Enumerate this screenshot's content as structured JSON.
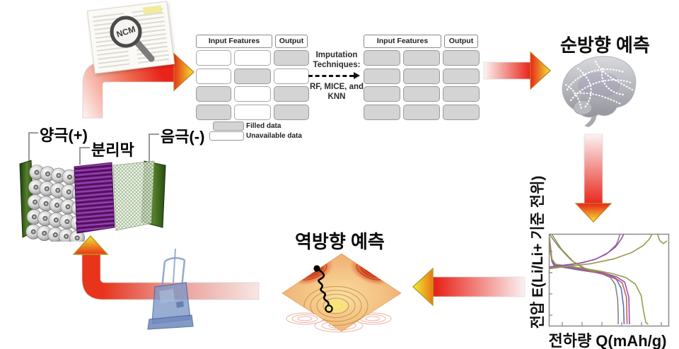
{
  "figure": {
    "document": {
      "lens_text": "NCM"
    },
    "battery": {
      "cathode_label": "양극(+)",
      "separator_label": "분리막",
      "anode_label": "음극(-)"
    },
    "tables": {
      "input_header": "Input Features",
      "output_header": "Output",
      "left_rows": [
        [
          "unavailable",
          "unavailable",
          "filled"
        ],
        [
          "unavailable",
          "filled",
          "unavailable"
        ],
        [
          "filled",
          "unavailable",
          "filled"
        ],
        [
          "filled",
          "unavailable",
          "filled"
        ]
      ],
      "right_rows": [
        [
          "filled",
          "filled",
          "filled"
        ],
        [
          "filled",
          "filled",
          "filled"
        ],
        [
          "filled",
          "filled",
          "filled"
        ],
        [
          "filled",
          "filled",
          "filled"
        ]
      ],
      "legend_filled": "Filled data",
      "legend_unavailable": "Unavailable data"
    },
    "imputation": {
      "line1": "Imputation",
      "line2": "Techniques:",
      "line3": "RF, MICE, and",
      "line4": "KNN"
    },
    "forward_title": "순방향 예측",
    "backward_title": "역방향 예측",
    "chart": {
      "ylabel": "전압 E(Li/Li+ 기준 전위)",
      "xlabel": "전하량 Q(mAh/g)"
    }
  },
  "colors": {
    "arrow_red": "#e8241a",
    "arrow_yellow": "#f0ea2e",
    "cell_filled": "#d4d4d4",
    "separator_purple": "#7a2590",
    "electrode_green": "#2a4a14",
    "machine_blue": "#8098c8",
    "surface_orange": "#efa568"
  },
  "chart_data": {
    "type": "line",
    "title": "",
    "xlabel": "전하량 Q(mAh/g)",
    "ylabel": "전압 E(Li/Li+ 기준 전위)",
    "axis_tick_labels_visible": false,
    "note": "Charge/discharge voltage curves; no numeric axis labels visible, point coordinates normalized 0-1 (x = charge Q, y = voltage E).",
    "series": [
      {
        "name": "discharge-gray",
        "color": "#858585",
        "points": [
          [
            0,
            0.92
          ],
          [
            0.01,
            0.78
          ],
          [
            0.03,
            0.67
          ],
          [
            0.08,
            0.64
          ],
          [
            0.2,
            0.62
          ],
          [
            0.35,
            0.59
          ],
          [
            0.45,
            0.56
          ],
          [
            0.52,
            0.52
          ],
          [
            0.56,
            0.44
          ],
          [
            0.58,
            0.28
          ],
          [
            0.585,
            0.1
          ],
          [
            0.585,
            0
          ]
        ]
      },
      {
        "name": "discharge-blue",
        "color": "#5a6ec2",
        "points": [
          [
            0,
            0.9
          ],
          [
            0.02,
            0.7
          ],
          [
            0.04,
            0.655
          ],
          [
            0.12,
            0.635
          ],
          [
            0.25,
            0.605
          ],
          [
            0.4,
            0.575
          ],
          [
            0.5,
            0.545
          ],
          [
            0.57,
            0.5
          ],
          [
            0.61,
            0.4
          ],
          [
            0.63,
            0.2
          ],
          [
            0.635,
            0
          ]
        ]
      },
      {
        "name": "discharge-red",
        "color": "#c4605a",
        "points": [
          [
            0,
            0.93
          ],
          [
            0.02,
            0.71
          ],
          [
            0.05,
            0.66
          ],
          [
            0.15,
            0.64
          ],
          [
            0.3,
            0.6
          ],
          [
            0.45,
            0.565
          ],
          [
            0.55,
            0.525
          ],
          [
            0.62,
            0.46
          ],
          [
            0.655,
            0.3
          ],
          [
            0.66,
            0
          ]
        ]
      },
      {
        "name": "discharge-purple",
        "color": "#9a4fb0",
        "points": [
          [
            0,
            0.95
          ],
          [
            0.02,
            0.72
          ],
          [
            0.05,
            0.665
          ],
          [
            0.15,
            0.645
          ],
          [
            0.3,
            0.61
          ],
          [
            0.45,
            0.575
          ],
          [
            0.57,
            0.53
          ],
          [
            0.64,
            0.47
          ],
          [
            0.675,
            0.3
          ],
          [
            0.68,
            0
          ]
        ]
      },
      {
        "name": "discharge-olive",
        "color": "#9a9a4a",
        "points": [
          [
            0,
            0.97
          ],
          [
            0.02,
            0.73
          ],
          [
            0.05,
            0.67
          ],
          [
            0.2,
            0.64
          ],
          [
            0.4,
            0.6
          ],
          [
            0.55,
            0.56
          ],
          [
            0.65,
            0.52
          ],
          [
            0.73,
            0.45
          ],
          [
            0.78,
            0.32
          ],
          [
            0.8,
            0.15
          ],
          [
            0.82,
            0.02
          ],
          [
            0.84,
            0
          ]
        ]
      },
      {
        "name": "charge-gray",
        "color": "#858585",
        "points": [
          [
            0,
            0.63
          ],
          [
            0.12,
            0.65
          ],
          [
            0.28,
            0.685
          ],
          [
            0.4,
            0.73
          ],
          [
            0.5,
            0.8
          ],
          [
            0.57,
            0.89
          ],
          [
            0.6,
            1
          ]
        ]
      },
      {
        "name": "charge-purple",
        "color": "#9a4fb0",
        "points": [
          [
            0,
            0.64
          ],
          [
            0.1,
            0.655
          ],
          [
            0.25,
            0.68
          ],
          [
            0.38,
            0.72
          ],
          [
            0.48,
            0.78
          ],
          [
            0.56,
            0.86
          ],
          [
            0.61,
            0.95
          ],
          [
            0.63,
            1
          ]
        ]
      },
      {
        "name": "charge-olive",
        "color": "#9a9a4a",
        "points": [
          [
            0,
            0.62
          ],
          [
            0.15,
            0.645
          ],
          [
            0.35,
            0.675
          ],
          [
            0.55,
            0.73
          ],
          [
            0.7,
            0.8
          ],
          [
            0.8,
            0.88
          ],
          [
            0.85,
            0.95
          ],
          [
            0.87,
            1
          ]
        ]
      },
      {
        "name": "steep-gray",
        "color": "#858585",
        "points": [
          [
            0,
            1
          ],
          [
            0.08,
            0.86
          ],
          [
            0.18,
            0.72
          ],
          [
            0.28,
            0.63
          ],
          [
            0.38,
            0.585
          ]
        ]
      },
      {
        "name": "steep-olive",
        "color": "#9a9a4a",
        "points": [
          [
            0.02,
            1
          ],
          [
            0.1,
            0.84
          ],
          [
            0.2,
            0.7
          ],
          [
            0.3,
            0.625
          ],
          [
            0.4,
            0.59
          ]
        ]
      },
      {
        "name": "olive-corner",
        "color": "#9a9a4a",
        "points": [
          [
            1,
            0.93
          ],
          [
            0.97,
            0.9
          ],
          [
            0.94,
            0.93
          ],
          [
            0.92,
            1
          ]
        ]
      }
    ]
  }
}
